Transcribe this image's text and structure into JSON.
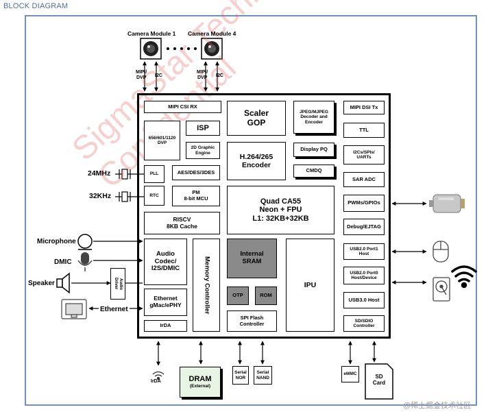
{
  "header": "BLOCK DIAGRAM",
  "cameras": {
    "left": "Camera Module 1",
    "right": "Camera Module 4",
    "iface": "MIPI/\nDVP",
    "i2c": "I2C"
  },
  "blocks": {
    "mipi_csi": "MIPI CSI RX",
    "scaler": "Scaler\nGOP",
    "jpeg": "JPEG/MJPEG\nDecoder and\nEncoder",
    "mipi_dsi": "MIPI DSI Tx",
    "dvp": "656/601/1120\nDVP",
    "isp": "ISP",
    "graphic": "2D Graphic\nEngine",
    "h264": "H.264/265\nEncoder",
    "display_pq": "Display PQ",
    "ttl": "TTL",
    "i2c_spi": "I2Cs/SPIs/\nUARTs",
    "cmdq": "CMDQ",
    "pll": "PLL",
    "aes": "AES/DES/3DES",
    "sar_adc": "SAR ADC",
    "rtc": "RTC",
    "pm": "PM\n8-bit MCU",
    "cpu": "Quad CA55\nNeon + FPU\nL1: 32KB+32KB",
    "pwm": "PWMs/GPIOs",
    "riscv": "RISCV\n8KB Cache",
    "debug": "Debug/EJTAG",
    "audio": "Audio\nCodec/\nI2S/DMIC",
    "memctrl": "Memory Controller",
    "sram": "Internal\nSRAM",
    "ipu": "IPU",
    "usb_host": "USB2.0 Port1\nHost",
    "usb_dev": "USB2.0 Port0\nHost/Device",
    "ethernet": "Ethernet\ngMac/ePHY",
    "otp": "OTP",
    "rom": "ROM",
    "usb3": "USB3.0 Host",
    "spi_flash": "SPI Flash\nController",
    "sdio": "SD/SDIO\nController",
    "irda": "IrDA"
  },
  "external": {
    "osc24": "24MHz",
    "osc32": "32KHz",
    "microphone": "Microphone",
    "dmic": "DMIC",
    "speaker": "Speaker",
    "audio_driver": "Audio\nDriver",
    "ethernet": "Ethernet",
    "irda": "IrDA",
    "dram": "DRAM",
    "dram_sub": "(External)",
    "serial_nor": "Serial\nNOR",
    "serial_nand": "Serial\nNAND",
    "emmc": "eMMC",
    "sd_card": "SD\nCard"
  },
  "watermark": "SigmaStar Techn\nConfidential",
  "corner_text": "@稀土掘金技术社区"
}
